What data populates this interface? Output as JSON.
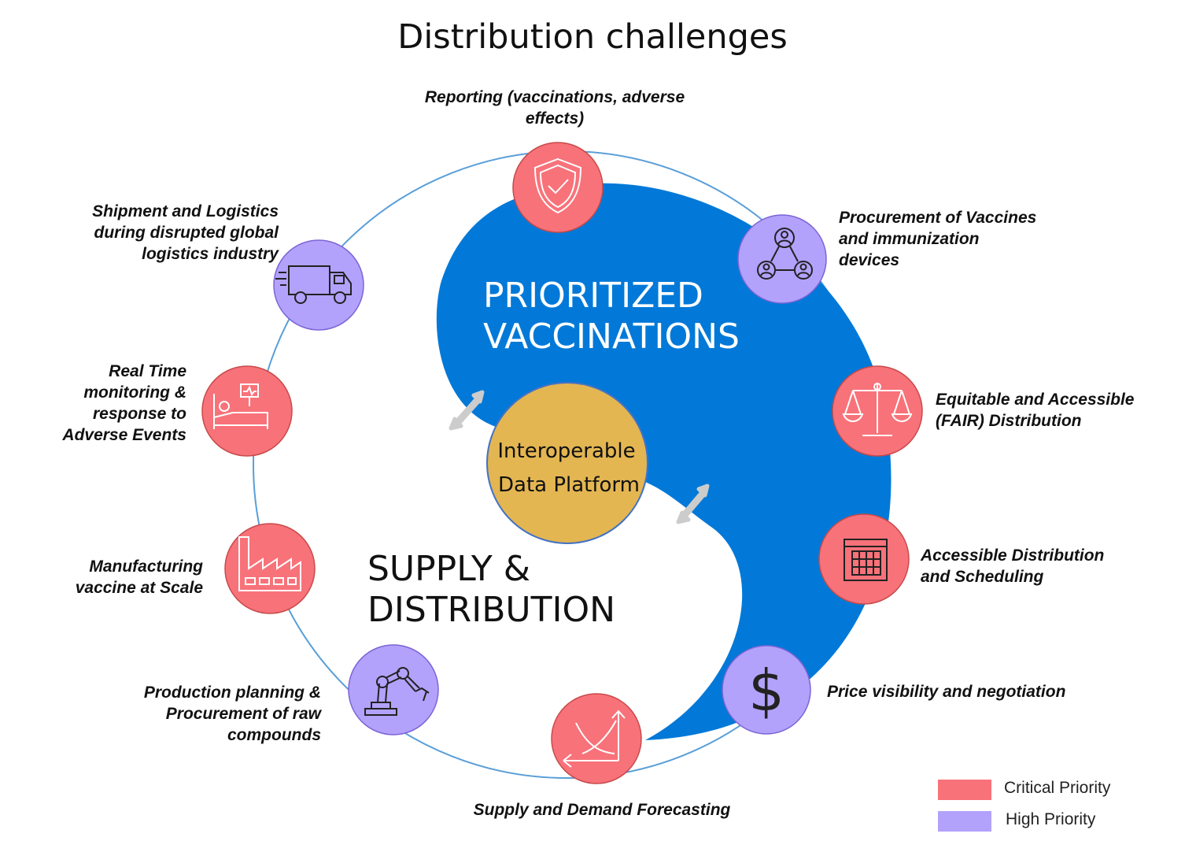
{
  "title": "Distribution challenges",
  "center": {
    "line1": "Interoperable",
    "line2": "Data Platform"
  },
  "regions": {
    "prioritized": {
      "line1": "PRIORITIZED",
      "line2": "VACCINATIONS"
    },
    "supply": {
      "line1": "SUPPLY &",
      "line2": "DISTRIBUTION"
    }
  },
  "nodes": {
    "reporting": {
      "priority": "critical",
      "icon": "shield-check-icon",
      "lines": [
        "Reporting (vaccinations, adverse",
        "effects)"
      ]
    },
    "procurement_vaccines": {
      "priority": "high",
      "icon": "user-network-icon",
      "lines": [
        "Procurement of Vaccines",
        "and immunization",
        "devices"
      ]
    },
    "fair_distribution": {
      "priority": "critical",
      "icon": "scales-icon",
      "lines": [
        "Equitable and Accessible",
        "(FAIR) Distribution"
      ]
    },
    "scheduling": {
      "priority": "critical",
      "icon": "calendar-icon",
      "lines": [
        "Accessible Distribution",
        "and Scheduling"
      ]
    },
    "price": {
      "priority": "high",
      "icon": "dollar-icon",
      "lines": [
        "Price visibility and negotiation"
      ]
    },
    "forecasting": {
      "priority": "critical",
      "icon": "forecast-chart-icon",
      "lines": [
        "Supply and Demand Forecasting"
      ]
    },
    "production": {
      "priority": "high",
      "icon": "robot-arm-icon",
      "lines": [
        "Production planning &",
        "Procurement of raw",
        "compounds"
      ]
    },
    "manufacturing": {
      "priority": "critical",
      "icon": "factory-icon",
      "lines": [
        "Manufacturing",
        "vaccine at Scale"
      ]
    },
    "monitoring": {
      "priority": "critical",
      "icon": "hospital-bed-icon",
      "lines": [
        "Real Time",
        "monitoring &",
        "response to",
        "Adverse Events"
      ]
    },
    "shipment": {
      "priority": "high",
      "icon": "truck-icon",
      "lines": [
        "Shipment and Logistics",
        "during disrupted global",
        "logistics industry"
      ]
    }
  },
  "legend": {
    "critical": {
      "label": "Critical Priority",
      "color": "#f8727a"
    },
    "high": {
      "label": "High Priority",
      "color": "#b3a2fb"
    }
  },
  "colors": {
    "blue_region": "#0279d8",
    "center_fill": "#e3b652",
    "ring": "#5a9fd8",
    "arrow": "#cccccc"
  }
}
